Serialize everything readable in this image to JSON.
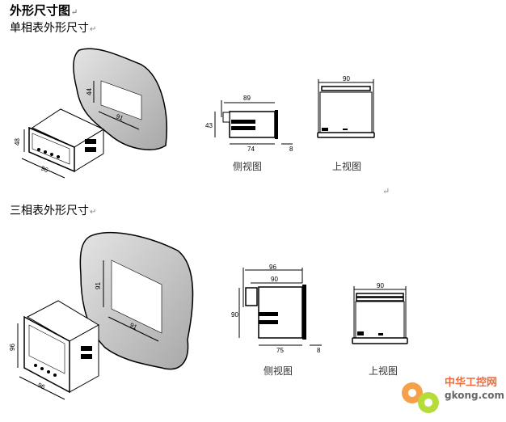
{
  "heading": "外形尺寸图",
  "return_mark": "↵",
  "sections": [
    {
      "title": "单相表外形尺寸",
      "iso_dims": {
        "cutout_height": "44",
        "cutout_width": "91",
        "front_height": "48",
        "front_width": "96"
      },
      "side_view": {
        "caption": "侧视图",
        "total_length": "89",
        "height": "43",
        "body_length": "74",
        "front_depth": "8"
      },
      "top_view": {
        "caption": "上视图",
        "width": "90"
      }
    },
    {
      "title": "三相表外形尺寸",
      "iso_dims": {
        "cutout_height": "91",
        "cutout_width": "91",
        "front_height": "96",
        "front_width": "96"
      },
      "side_view": {
        "caption": "侧视图",
        "total_length": "96",
        "inner_length": "90",
        "height": "90",
        "body_length": "75",
        "front_depth": "8"
      },
      "top_view": {
        "caption": "上视图",
        "width": "90"
      }
    }
  ],
  "watermark": {
    "name": "中华工控网",
    "url": "gkong.com"
  }
}
